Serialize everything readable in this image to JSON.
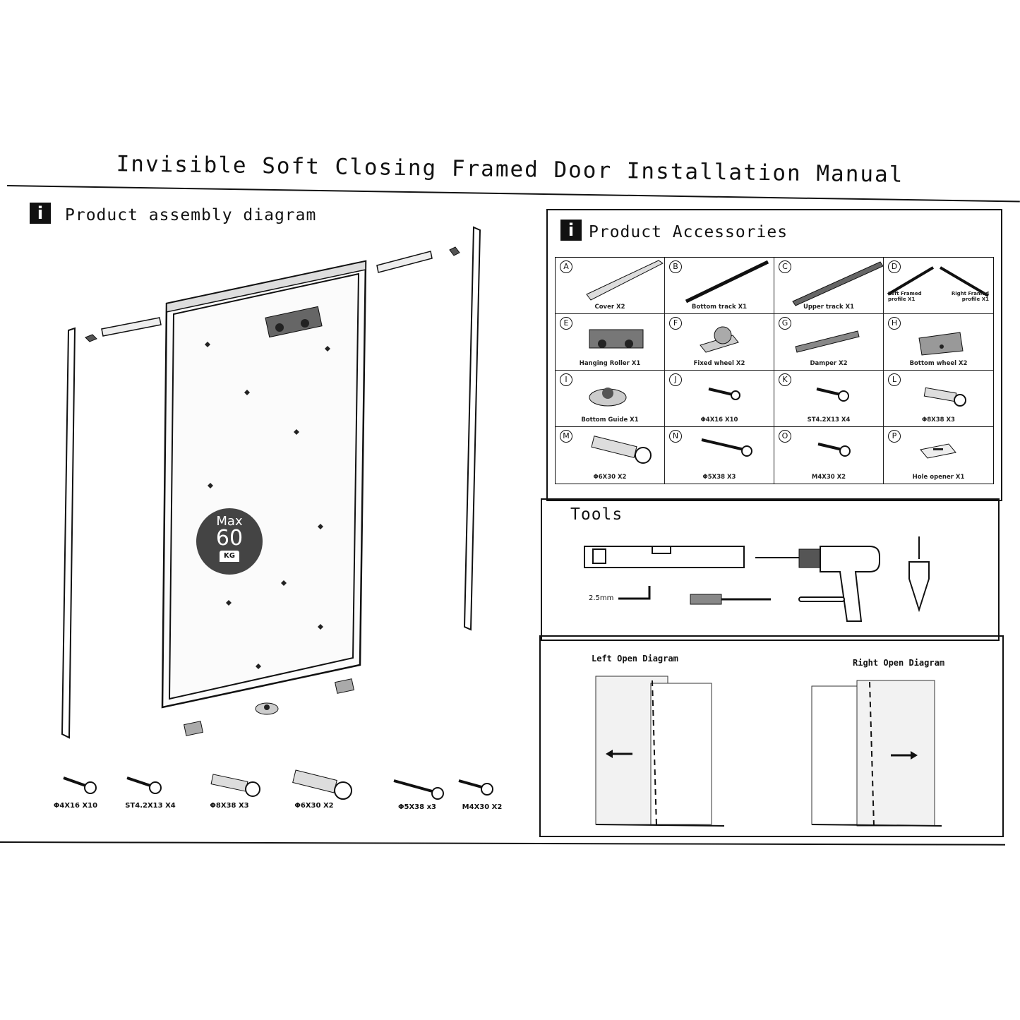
{
  "title": "Invisible Soft Closing Framed Door Installation Manual",
  "sections": {
    "assembly": {
      "badge": "i",
      "title": "Product assembly diagram"
    },
    "accessories": {
      "badge": "i",
      "title": "Product Accessories"
    },
    "tools": {
      "title": "Tools"
    }
  },
  "max_load": {
    "line1": "Max",
    "line2": "60",
    "unit": "KG"
  },
  "accessories": [
    {
      "letter": "A",
      "label": "Cover X2"
    },
    {
      "letter": "B",
      "label": "Bottom track X1"
    },
    {
      "letter": "C",
      "label": "Upper track X1"
    },
    {
      "letter": "D",
      "label": "Left Framed profile X1",
      "label2": "Right Framed profile X1"
    },
    {
      "letter": "E",
      "label": "Hanging Roller X1"
    },
    {
      "letter": "F",
      "label": "Fixed wheel X2"
    },
    {
      "letter": "G",
      "label": "Damper X2"
    },
    {
      "letter": "H",
      "label": "Bottom wheel X2"
    },
    {
      "letter": "I",
      "label": "Bottom Guide X1"
    },
    {
      "letter": "J",
      "label": "Φ4X16  X10"
    },
    {
      "letter": "K",
      "label": "ST4.2X13  X4"
    },
    {
      "letter": "L",
      "label": "Φ8X38  X3"
    },
    {
      "letter": "M",
      "label": "Φ6X30  X2"
    },
    {
      "letter": "N",
      "label": "Φ5X38  X3"
    },
    {
      "letter": "O",
      "label": "M4X30  X2"
    },
    {
      "letter": "P",
      "label": "Hole opener X1"
    }
  ],
  "screws": [
    {
      "label": "Φ4X16  X10"
    },
    {
      "label": "ST4.2X13  X4"
    },
    {
      "label": "Φ8X38  X3"
    },
    {
      "label": "Φ6X30  X2"
    },
    {
      "label": "Φ5X38  x3"
    },
    {
      "label": "M4X30  X2"
    }
  ],
  "tools": {
    "hex_key_size": "2.5mm"
  },
  "open_diagrams": {
    "left": "Left Open Diagram",
    "right": "Right Open Diagram"
  }
}
